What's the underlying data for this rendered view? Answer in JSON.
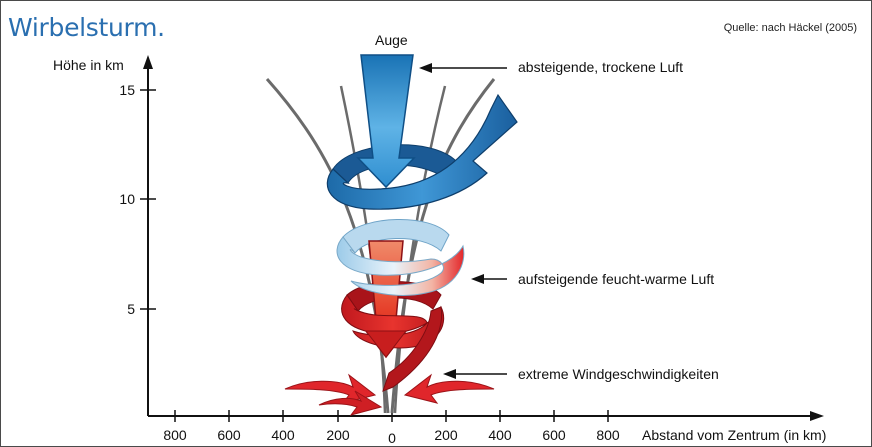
{
  "title": "Wirbelsturm.",
  "source": "Quelle: nach Häckel (2005)",
  "y_axis": {
    "label": "Höhe in km",
    "ticks": [
      "15",
      "10",
      "5"
    ]
  },
  "x_axis": {
    "label": "Abstand vom Zentrum (in km)",
    "ticks": [
      "800",
      "600",
      "400",
      "200",
      "0",
      "200",
      "400",
      "600",
      "800"
    ]
  },
  "labels": {
    "eye": "Auge",
    "descending": "absteigende, trockene Luft",
    "ascending": "aufsteigende feucht-warme Luft",
    "extreme_winds": "extreme Windgeschwindigkeiten"
  },
  "colors": {
    "title": "#2a6fb0",
    "blue_dark": "#1a5f9e",
    "blue_mid": "#3a8fd0",
    "blue_light": "#cfe8f7",
    "red_dark": "#b8161c",
    "red_mid": "#e3262a",
    "red_light": "#f6b9a0",
    "axis": "#111111",
    "guide_lines": "#6b6b6b"
  }
}
